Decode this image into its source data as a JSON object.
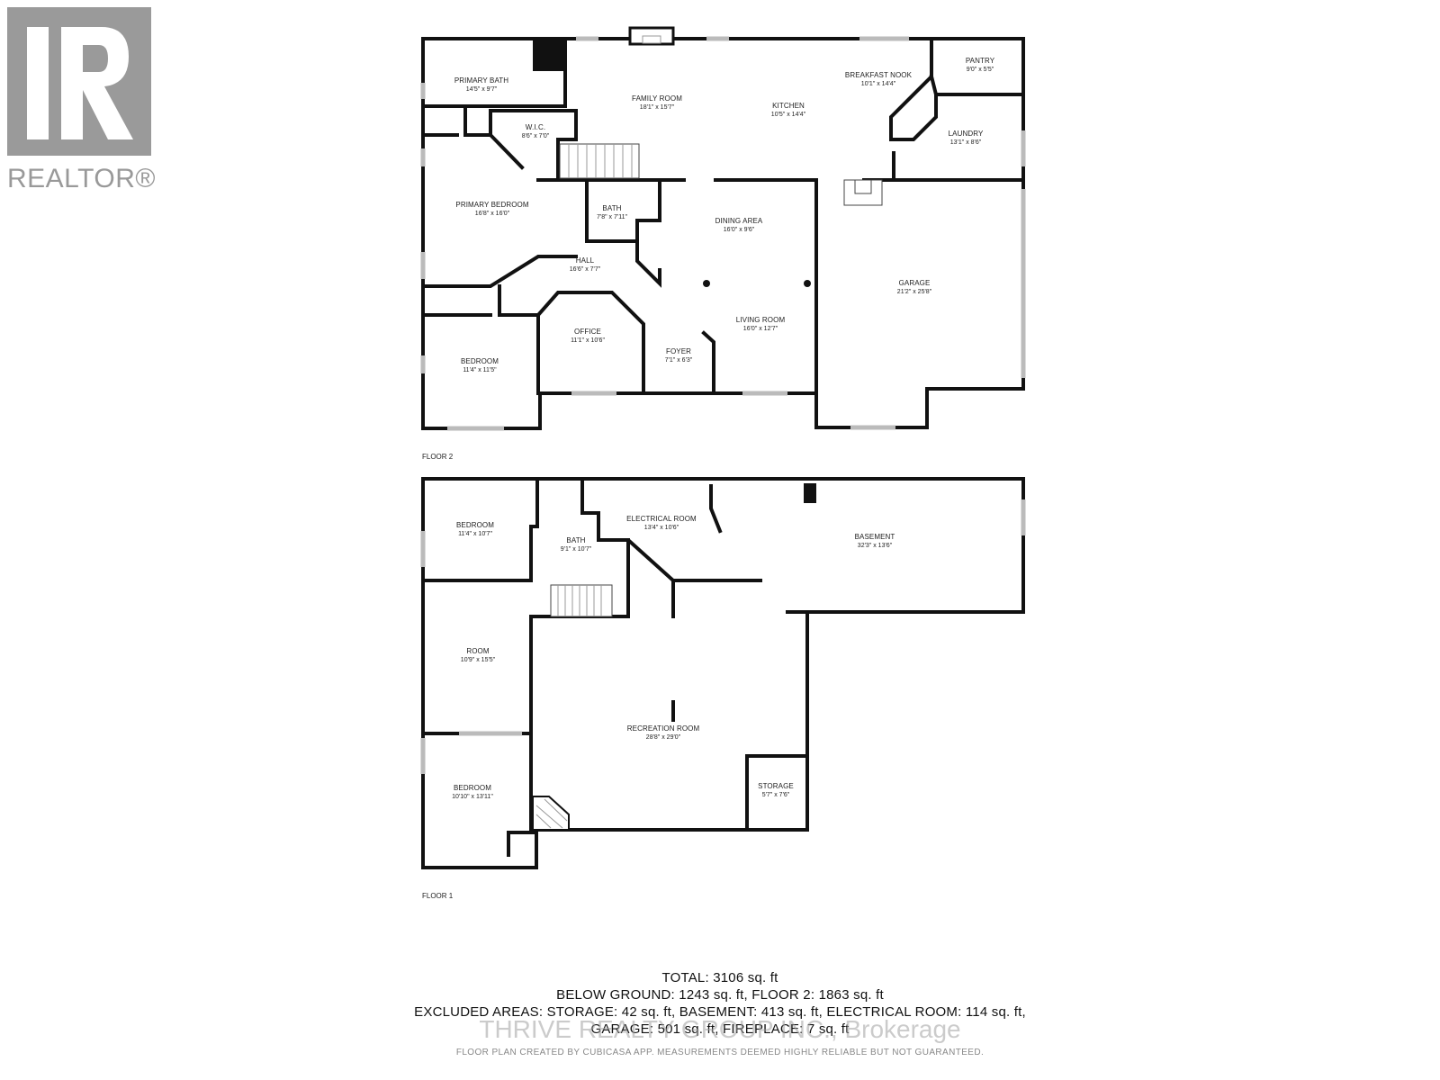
{
  "logo": {
    "text": "REALTOR®",
    "color": "#999999"
  },
  "floor2": {
    "label": "FLOOR 2",
    "rooms": [
      {
        "id": "primary-bath",
        "name": "PRIMARY BATH",
        "dims": "14'5\" x 9'7\""
      },
      {
        "id": "wic",
        "name": "W.I.C.",
        "dims": "8'6\" x 7'0\""
      },
      {
        "id": "family-room",
        "name": "FAMILY ROOM",
        "dims": "18'1\" x 15'7\""
      },
      {
        "id": "kitchen",
        "name": "KITCHEN",
        "dims": "10'5\" x 14'4\""
      },
      {
        "id": "breakfast-nook",
        "name": "BREAKFAST NOOK",
        "dims": "10'1\" x 14'4\""
      },
      {
        "id": "pantry",
        "name": "PANTRY",
        "dims": "9'0\" x 5'5\""
      },
      {
        "id": "laundry",
        "name": "LAUNDRY",
        "dims": "13'1\" x 8'6\""
      },
      {
        "id": "primary-bedroom",
        "name": "PRIMARY BEDROOM",
        "dims": "16'8\" x 16'0\""
      },
      {
        "id": "bath-2",
        "name": "BATH",
        "dims": "7'8\" x 7'11\""
      },
      {
        "id": "dining-area",
        "name": "DINING AREA",
        "dims": "16'0\" x 9'6\""
      },
      {
        "id": "hall",
        "name": "HALL",
        "dims": "16'6\" x 7'7\""
      },
      {
        "id": "garage",
        "name": "GARAGE",
        "dims": "21'2\" x 25'8\""
      },
      {
        "id": "office",
        "name": "OFFICE",
        "dims": "11'1\" x 10'6\""
      },
      {
        "id": "living-room",
        "name": "LIVING ROOM",
        "dims": "16'0\" x 12'7\""
      },
      {
        "id": "bedroom-2",
        "name": "BEDROOM",
        "dims": "11'4\" x 11'5\""
      },
      {
        "id": "foyer",
        "name": "FOYER",
        "dims": "7'1\" x 6'3\""
      }
    ]
  },
  "floor1": {
    "label": "FLOOR 1",
    "rooms": [
      {
        "id": "bedroom-1a",
        "name": "BEDROOM",
        "dims": "11'4\" x 10'7\""
      },
      {
        "id": "bath-1",
        "name": "BATH",
        "dims": "9'1\" x 10'7\""
      },
      {
        "id": "electrical-room",
        "name": "ELECTRICAL ROOM",
        "dims": "13'4\" x 10'6\""
      },
      {
        "id": "basement",
        "name": "BASEMENT",
        "dims": "32'3\" x 13'6\""
      },
      {
        "id": "room",
        "name": "ROOM",
        "dims": "10'9\" x 15'5\""
      },
      {
        "id": "recreation-room",
        "name": "RECREATION ROOM",
        "dims": "28'8\" x 29'0\""
      },
      {
        "id": "storage",
        "name": "STORAGE",
        "dims": "5'7\" x 7'6\""
      },
      {
        "id": "bedroom-1b",
        "name": "BEDROOM",
        "dims": "10'10\" x 13'11\""
      }
    ]
  },
  "totals": {
    "line1": "TOTAL: 3106 sq. ft",
    "line2": "BELOW GROUND: 1243 sq. ft, FLOOR 2: 1863 sq. ft",
    "line3": "EXCLUDED AREAS: STORAGE: 42 sq. ft, BASEMENT: 413 sq. ft, ELECTRICAL ROOM: 114 sq. ft,",
    "line4": "GARAGE: 501 sq. ft, FIREPLACE: 7 sq. ft"
  },
  "watermark": "THRIVE REALTY GROUP INC., Brokerage",
  "disclaimer": "FLOOR PLAN CREATED BY CUBICASA APP. MEASUREMENTS DEEMED HIGHLY RELIABLE BUT NOT GUARANTEED."
}
